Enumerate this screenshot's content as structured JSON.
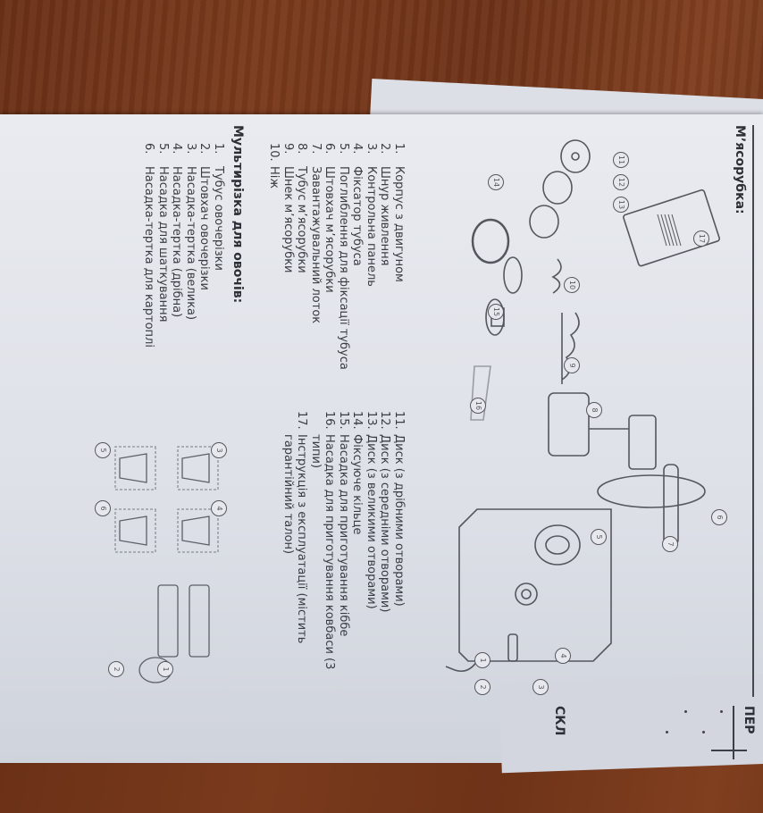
{
  "page": {
    "sections": {
      "meat_grinder": {
        "title": "М’ясорубка:",
        "items": [
          {
            "num": "1.",
            "label": "Корпус з двигуном"
          },
          {
            "num": "2.",
            "label": "Шнур живлення"
          },
          {
            "num": "3.",
            "label": "Контрольна панель"
          },
          {
            "num": "4.",
            "label": "Фіксатор тубуса"
          },
          {
            "num": "5.",
            "label": "Поглиблення для фіксації тубуса"
          },
          {
            "num": "6.",
            "label": "Штовхач м’ясорубки"
          },
          {
            "num": "7.",
            "label": "Завантажувальний лоток"
          },
          {
            "num": "8.",
            "label": "Тубус м’ясорубки"
          },
          {
            "num": "9.",
            "label": "Шнек м’ясорубки"
          },
          {
            "num": "10.",
            "label": "Ніж"
          }
        ],
        "items_cont": [
          {
            "num": "11.",
            "label": "Диск (з дрібними отворами)"
          },
          {
            "num": "12.",
            "label": "Диск (з середніми отворами)"
          },
          {
            "num": "13.",
            "label": "Диск (з великими отворами)"
          },
          {
            "num": "14.",
            "label": "Фіксуюче кільце"
          },
          {
            "num": "15.",
            "label": "Насадка для приготування кіббе"
          },
          {
            "num": "16.",
            "label": "Насадка для приготування ковбаси (3 типи)"
          },
          {
            "num": "17.",
            "label": "Інструкція з експлуатації (містить гарантійний талон)"
          }
        ]
      },
      "vegetable_slicer": {
        "title": "Мультирізка для овочів:",
        "items": [
          {
            "num": "1.",
            "label": "Тубус овочерізки"
          },
          {
            "num": "2.",
            "label": "Штовхач овочерізки"
          },
          {
            "num": "3.",
            "label": "Насадка-тертка (велика)"
          },
          {
            "num": "4.",
            "label": "Насадка-тертка (дрібна)"
          },
          {
            "num": "5.",
            "label": "Насадка для шаткування"
          },
          {
            "num": "6.",
            "label": "Насадка-тертка для картоплі"
          }
        ]
      }
    },
    "diagram_callouts": [
      "1",
      "2",
      "3",
      "4",
      "5",
      "6",
      "7",
      "8",
      "9",
      "10",
      "11",
      "12",
      "13",
      "14",
      "15",
      "16",
      "17"
    ],
    "slicer_callouts": [
      "1",
      "2",
      "3",
      "4",
      "5",
      "6"
    ],
    "adjacent_page": {
      "heading_1": "ПЕР",
      "heading_2": "СКЛ"
    }
  }
}
